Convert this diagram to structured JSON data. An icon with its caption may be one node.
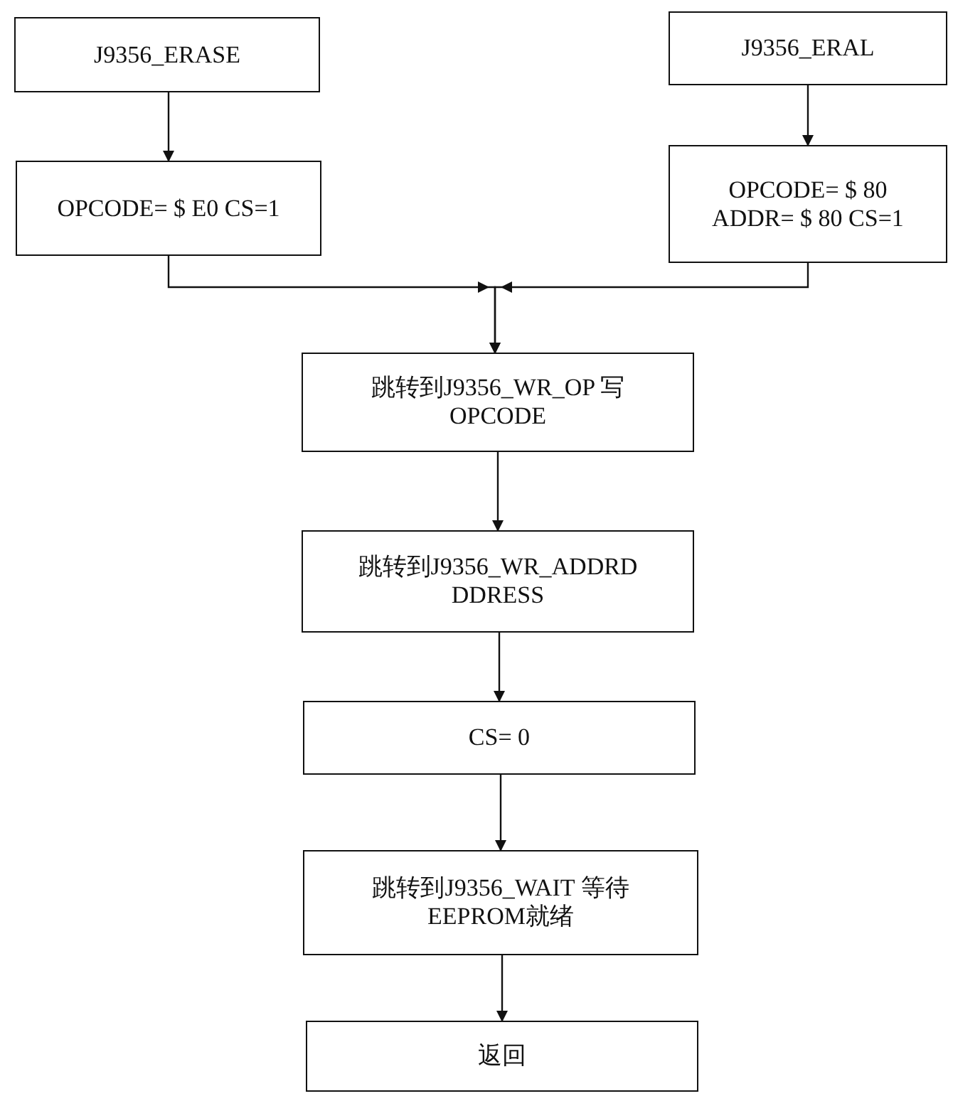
{
  "diagram": {
    "nodes": [
      {
        "text": [
          "J9356_ERASE"
        ]
      },
      {
        "text": [
          "OPCODE= $ E0 CS=1"
        ]
      },
      {
        "text": [
          "J9356_ERAL"
        ]
      },
      {
        "text": [
          "OPCODE= $ 80 ADDR= $ 80 CS=1"
        ]
      },
      {
        "text": [
          "跳转到J9356_WR_OP 写OPCODE"
        ]
      },
      {
        "text": [
          "跳转到J9356_WR_ADDRD DDRESS"
        ]
      },
      {
        "text": [
          "CS= 0"
        ]
      },
      {
        "text": [
          "跳转到J9356_WAIT 等待EEPROM就绪"
        ]
      },
      {
        "text": [
          "返回"
        ]
      }
    ],
    "edges": [
      {
        "from": 0,
        "to": 1,
        "arrow": "to"
      },
      {
        "from": 2,
        "to": 3,
        "arrow": "to"
      },
      {
        "from": 1,
        "to": 4,
        "arrow": "to"
      },
      {
        "from": 3,
        "to": 4,
        "arrow": "to"
      },
      {
        "from": 4,
        "to": 5,
        "arrow": "to"
      },
      {
        "from": 5,
        "to": 6,
        "arrow": "to"
      },
      {
        "from": 6,
        "to": 7,
        "arrow": "to"
      },
      {
        "from": 7,
        "to": 8,
        "arrow": "to"
      }
    ]
  }
}
